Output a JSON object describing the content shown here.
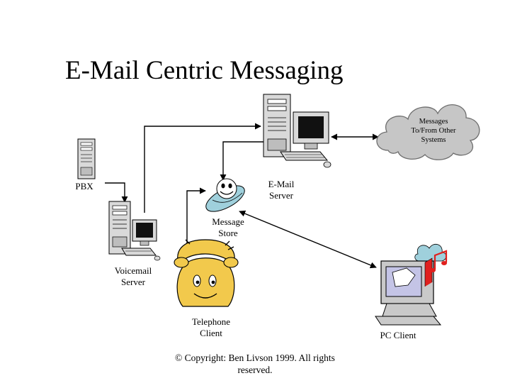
{
  "title": "E-Mail Centric Messaging",
  "nodes": {
    "cloud": {
      "line1": "Messages",
      "line2": "To/From Other",
      "line3": "Systems"
    },
    "email_server": {
      "line1": "E-Mail",
      "line2": "Server"
    },
    "pbx": {
      "label": "PBX"
    },
    "message_store": {
      "line1": "Message",
      "line2": "Store"
    },
    "voicemail_server": {
      "line1": "Voicemail",
      "line2": "Server"
    },
    "telephone_client": {
      "line1": "Telephone",
      "line2": "Client"
    },
    "pc_client": {
      "label": "PC Client"
    }
  },
  "copyright": "© Copyright: Ben Livson 1999. All rights reserved."
}
